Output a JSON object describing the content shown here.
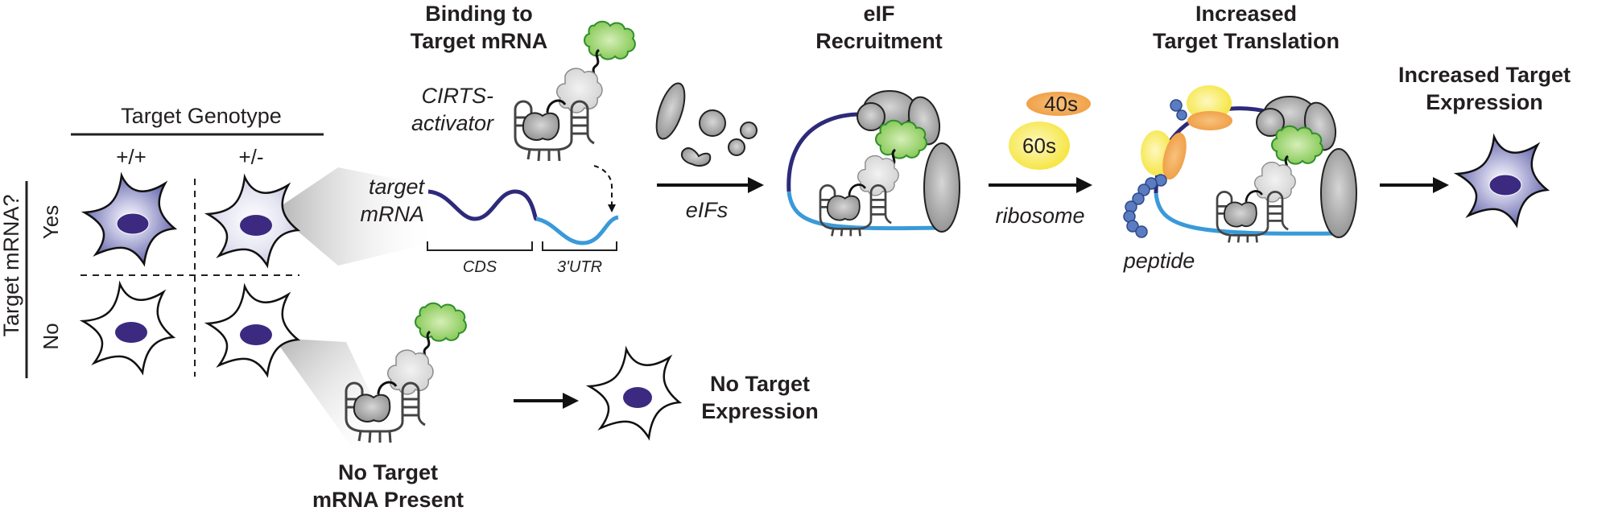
{
  "colors": {
    "cds": "#2e2a7a",
    "utr": "#3a9ad9",
    "nucleus": "#3b2a80",
    "cell_high": "#6b6bb0",
    "cell_low": "#d8d8ee",
    "effector_green": "#8fcf5a",
    "effector_green_edge": "#2f8f2a",
    "rbp_gray": "#9e9e9e",
    "protein_light": "#dcdcdc",
    "subunit_40s": "#f2a04a",
    "subunit_60s": "#f7e84a",
    "peptide": "#5b7cc0"
  },
  "grid": {
    "column_header": "Target Genotype",
    "columns": [
      "+/+",
      "+/-"
    ],
    "row_header": "Target mRNA?",
    "rows": [
      "Yes",
      "No"
    ]
  },
  "stages": {
    "binding": {
      "title_line1": "Binding to",
      "title_line2": "Target mRNA"
    },
    "recruitment": {
      "title_line1": "eIF",
      "title_line2": "Recruitment"
    },
    "translation": {
      "title_line1": "Increased",
      "title_line2": "Target Translation"
    },
    "expression": {
      "title_line1": "Increased Target",
      "title_line2": "Expression"
    }
  },
  "labels": {
    "cirts_line1": "CIRTS-",
    "cirts_line2": "activator",
    "target_line1": "target",
    "target_line2": "mRNA",
    "cds": "CDS",
    "utr": "3'UTR",
    "eifs": "eIFs",
    "ribosome": "ribosome",
    "subunit_40s": "40s",
    "subunit_60s": "60s",
    "peptide": "peptide"
  },
  "no_target": {
    "present_line1": "No Target",
    "present_line2": "mRNA Present",
    "expression_line1": "No Target",
    "expression_line2": "Expression"
  }
}
